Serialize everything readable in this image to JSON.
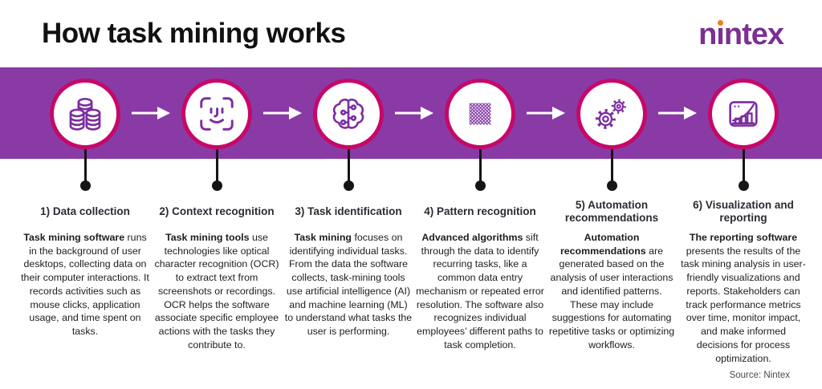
{
  "header": {
    "title": "How task mining works",
    "logo": {
      "text": "nintex",
      "pre": "n",
      "i": "ı",
      "post": "ntex"
    }
  },
  "colors": {
    "band_purple": "#8a3aa5",
    "circle_ring_pink": "#c60868",
    "icon_purple": "#7c2ea0",
    "logo_purple": "#7b3092",
    "logo_dot_orange": "#f4791f",
    "connector_black": "#151515",
    "arrow_white": "#ffffff"
  },
  "steps": [
    {
      "icon": "coins-icon",
      "title": "1) Data collection",
      "lead": "Task mining software",
      "body": " runs in the background of user desktops, collecting data on their computer interactions. It records activities such as mouse clicks, application usage, and time spent on tasks."
    },
    {
      "icon": "face-scan-icon",
      "title": "2) Context recognition",
      "lead": "Task mining tools",
      "body": " use technologies like optical character recognition (OCR) to extract text from screenshots or recordings. OCR helps the software associate specific employee actions with the tasks they contribute to."
    },
    {
      "icon": "ai-brain-icon",
      "title": "3) Task identification",
      "lead": "Task mining",
      "body": " focuses on identifying individual tasks. From the data the software collects, task-mining tools use artificial intelligence (AI) and machine learning (ML) to understand what tasks the user is performing."
    },
    {
      "icon": "pattern-icon",
      "title": "4) Pattern recognition",
      "lead": "Advanced algorithms",
      "body": " sift through the data to identify recurring tasks, like a common data entry mechanism or repeated error resolution. The software also recognizes individual employees’ different paths to task completion."
    },
    {
      "icon": "gears-icon",
      "title": "5) Automation recommendations",
      "lead": "Automation recommendations",
      "body": " are generated based on the analysis of user interactions and identified patterns. These may include suggestions for automating repetitive tasks or optimizing workflows."
    },
    {
      "icon": "report-icon",
      "title": "6) Visualization and reporting",
      "lead": "The reporting software",
      "body": " presents the results of the task mining analysis in user-friendly visualizations and reports. Stakeholders can track performance metrics over time, monitor impact, and make informed decisions for process optimization."
    }
  ],
  "footer": {
    "source": "Source: Nintex"
  }
}
